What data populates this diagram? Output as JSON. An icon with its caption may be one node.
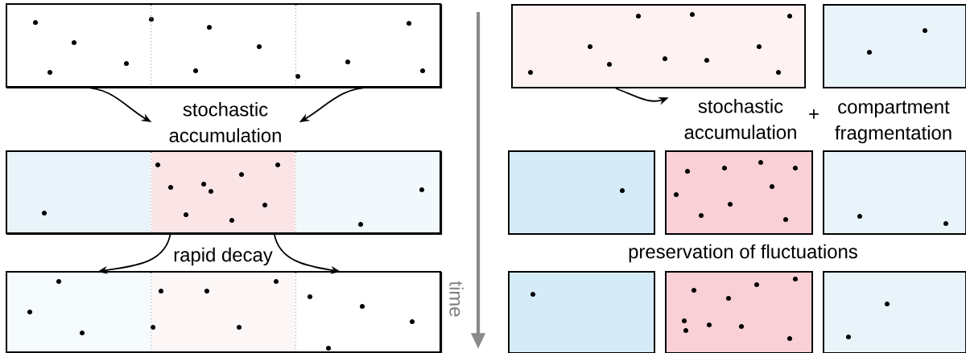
{
  "diagram": {
    "nodes": [
      {
        "text": [],
        "shape": "box"
      },
      {
        "text": [],
        "shape": "box",
        "in": 0
      },
      {
        "text": [],
        "shape": "box",
        "in": 0
      },
      {
        "text": [],
        "shape": "box",
        "in": 0
      },
      {
        "text": [
          "stochastic accumulation"
        ]
      },
      {
        "text": [],
        "shape": "box"
      },
      {
        "text": [],
        "shape": "box",
        "in": 5
      },
      {
        "text": [],
        "shape": "box",
        "in": 5
      },
      {
        "text": [],
        "shape": "box",
        "in": 5
      },
      {
        "text": [],
        "shape": "box"
      },
      {
        "text": [],
        "shape": "box",
        "in": 9
      },
      {
        "text": [],
        "shape": "box",
        "in": 9
      },
      {
        "text": [],
        "shape": "box",
        "in": 9
      },
      {
        "text": [],
        "shape": "box"
      },
      {
        "text": [],
        "shape": "box"
      },
      {
        "text": [
          "stochastic accumulation"
        ]
      },
      {
        "text": [],
        "shape": "box"
      },
      {
        "text": [],
        "shape": "box"
      },
      {
        "text": [],
        "shape": "box"
      },
      {
        "text": [],
        "shape": "box"
      },
      {
        "text": [],
        "shape": "box"
      },
      {
        "text": [],
        "shape": "box"
      }
    ],
    "edges": [
      {
        "from": 1,
        "to": 4,
        "arrow": "to"
      },
      {
        "from": 3,
        "to": 4,
        "arrow": "to"
      },
      {
        "from": 7,
        "to": 10,
        "arrow": "to"
      },
      {
        "from": 7,
        "to": 12,
        "arrow": "to"
      },
      {
        "from": 13,
        "to": 15,
        "arrow": "to"
      }
    ],
    "labels": [
      "rapid decay",
      "time",
      "+",
      "compartment fragmentation",
      "preservation of fluctuations"
    ]
  }
}
